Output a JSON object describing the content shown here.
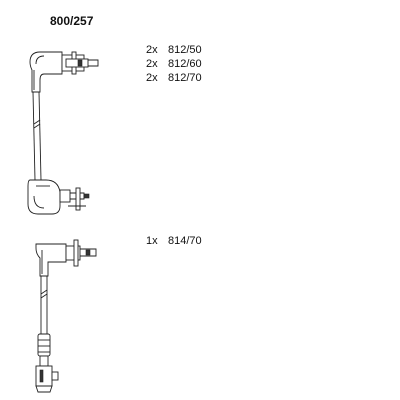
{
  "title": "800/257",
  "groups": [
    {
      "items": [
        {
          "qty": "2x",
          "code": "812/50"
        },
        {
          "qty": "2x",
          "code": "812/60"
        },
        {
          "qty": "2x",
          "code": "812/70"
        }
      ]
    },
    {
      "items": [
        {
          "qty": "1x",
          "code": "814/70"
        }
      ]
    }
  ]
}
